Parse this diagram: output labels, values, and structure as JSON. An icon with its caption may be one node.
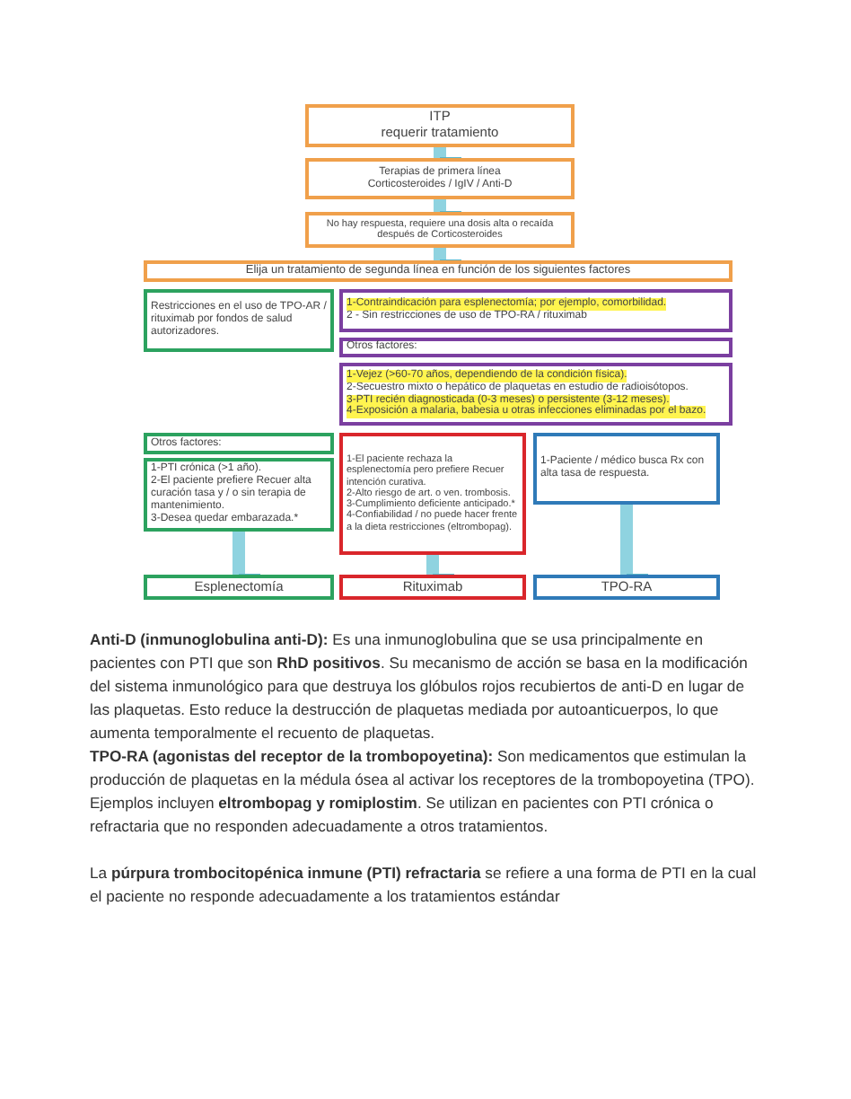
{
  "diagram": {
    "nodes": [
      {
        "text": [
          "ITP",
          "requerir tratamiento"
        ]
      },
      {
        "text": [
          "Terapias de primera línea",
          "Corticosteroides / IgIV / Anti-D"
        ]
      },
      {
        "text": [
          "No hay respuesta, requiere una dosis alta o recaída después de Corticosteroides"
        ]
      },
      {
        "text": [
          "Elija un tratamiento de segunda línea en función de los siguientes factores"
        ]
      },
      {
        "text": [
          "Restricciones en el uso de TPO-AR / rituximab por fondos de salud autorizadores."
        ]
      },
      {
        "text": [
          "1-Contraindicación para esplenectomía; por ejemplo, comorbilidad.",
          "2 - Sin restricciones de uso de TPO-RA / rituximab"
        ]
      },
      {
        "text": [
          "Otros factores:"
        ]
      },
      {
        "text": [
          "1-Vejez (>60-70 años, dependiendo de la condición física).",
          "2-Secuestro mixto o hepático de plaquetas en estudio de radioisótopos.",
          "3-PTI recién diagnosticada (0-3 meses) o persistente (3-12 meses).",
          "4-Exposición a malaria, babesia u otras infecciones eliminadas por el bazo."
        ]
      },
      {
        "text": [
          "Otros factores:"
        ]
      },
      {
        "text": [
          "1-PTI crónica (>1 año).",
          "2-El paciente prefiere Recuer alta curación tasa y / o sin terapia de mantenimiento.",
          "3-Desea quedar embarazada.*"
        ]
      },
      {
        "text": [
          "1-El paciente rechaza la esplenectomía pero prefiere Recuer intención curativa.",
          "2-Alto riesgo de art. o ven. trombosis.",
          "3-Cumplimiento deficiente anticipado.*",
          "4-Confiabilidad / no puede hacer frente a la dieta restricciones (eltrombopag)."
        ]
      },
      {
        "text": [
          "1-Paciente / médico busca Rx con alta tasa de respuesta."
        ]
      },
      {
        "text": [
          "Esplenectomía"
        ]
      },
      {
        "text": [
          "Rituximab"
        ]
      },
      {
        "text": [
          "TPO-RA"
        ]
      }
    ],
    "edges": [
      {
        "from": 0,
        "to": 1,
        "arrow": "to"
      },
      {
        "from": 1,
        "to": 2,
        "arrow": "to"
      },
      {
        "from": 2,
        "to": 3,
        "arrow": "to"
      },
      {
        "from": 9,
        "to": 12,
        "arrow": "to"
      },
      {
        "from": 10,
        "to": 13,
        "arrow": "to"
      },
      {
        "from": 11,
        "to": 14,
        "arrow": "to"
      }
    ],
    "labels": [
      "**Anti-D (inmunoglobulina anti-D):** Es una inmunoglobulina que se usa principalmente en pacientes con PTI que son **RhD positivos**. Su mecanismo de acción se basa en la modificación del sistema inmunológico para que destruya los glóbulos rojos recubiertos de anti-D en lugar de las plaquetas. Esto reduce la destrucción de plaquetas mediada por autoanticuerpos, lo que aumenta temporalmente el recuento de plaquetas.",
      "**TPO-RA (agonistas del receptor de la trombopoyetina):** Son medicamentos que estimulan la producción de plaquetas en la médula ósea al activar los receptores de la trombopoyetina (TPO). Ejemplos incluyen **eltrombopag y romiplostim**. Se utilizan en pacientes con PTI crónica o refractaria que no responden adecuadamente a otros tratamientos.",
      "La **púrpura trombocitopénica inmune (PTI) refractaria** se refiere a una forma de PTI en la cual el paciente no responde adecuadamente a los tratamientos estándar"
    ]
  }
}
